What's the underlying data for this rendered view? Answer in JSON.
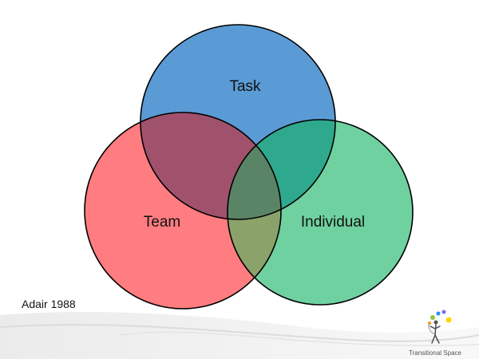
{
  "diagram": {
    "circles": [
      {
        "key": "task",
        "label": "Task",
        "fill": "#5B9BD5"
      },
      {
        "key": "team",
        "label": "Team",
        "fill": "#FF7C80"
      },
      {
        "key": "individual",
        "label": "Individual",
        "fill": "#6FD1A0"
      }
    ],
    "intersections": {
      "task_team": "#A0526D",
      "task_individual": "#2EA98E",
      "team_individual": "#8BA36A",
      "all": "#5A8466"
    },
    "outline": "#000000"
  },
  "citation": "Adair 1988",
  "logo": {
    "name": "transitional-space-logo-icon",
    "text": "Transitional Space"
  }
}
